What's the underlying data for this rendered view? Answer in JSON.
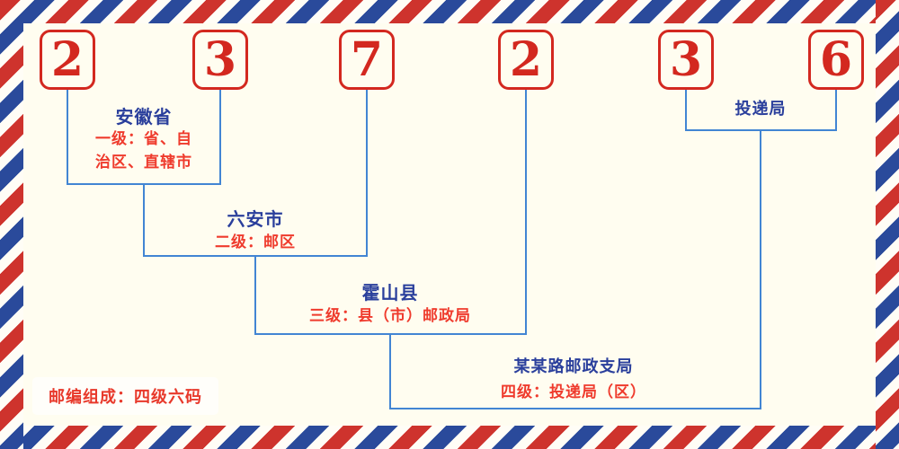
{
  "postal_code": {
    "digits": [
      "2",
      "3",
      "7",
      "2",
      "3",
      "6"
    ]
  },
  "levels": [
    {
      "name": "安徽省",
      "desc": "一级：省、自\n治区、直辖市"
    },
    {
      "name": "六安市",
      "desc": "二级：邮区"
    },
    {
      "name": "霍山县",
      "desc": "三级：县（市）邮政局"
    },
    {
      "name": "某某路邮政支局",
      "desc": "四级：投递局（区）"
    }
  ],
  "delivery_office_label": "投递局",
  "footer_note": "邮编组成：四级六码",
  "colors": {
    "digit_red": "#d3281f",
    "label_blue": "#2a3f9c",
    "desc_red": "#ef3b2d",
    "line_blue": "#4285d3",
    "stripe_red": "#ce332d",
    "stripe_blue": "#2a4a9b",
    "background": "#fffdf0"
  }
}
